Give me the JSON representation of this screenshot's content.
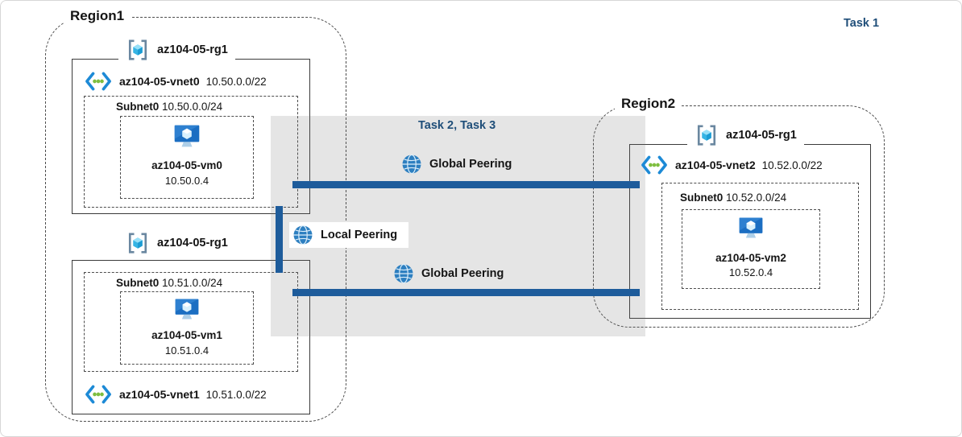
{
  "page": {
    "task1_label": "Task 1",
    "task23_label": "Task 2, Task 3"
  },
  "region1": {
    "label": "Region1",
    "rg_top": {
      "label": "az104-05-rg1",
      "vnet": {
        "name": "az104-05-vnet0",
        "cidr": "10.50.0.0/22"
      },
      "subnet": {
        "name": "Subnet0",
        "cidr": "10.50.0.0/24"
      },
      "vm": {
        "name": "az104-05-vm0",
        "ip": "10.50.0.4"
      }
    },
    "rg_bottom": {
      "label": "az104-05-rg1",
      "vnet": {
        "name": "az104-05-vnet1",
        "cidr": "10.51.0.0/22"
      },
      "subnet": {
        "name": "Subnet0",
        "cidr": "10.51.0.0/24"
      },
      "vm": {
        "name": "az104-05-vm1",
        "ip": "10.51.0.4"
      }
    }
  },
  "region2": {
    "label": "Region2",
    "rg": {
      "label": "az104-05-rg1",
      "vnet": {
        "name": "az104-05-vnet2",
        "cidr": "10.52.0.0/22"
      },
      "subnet": {
        "name": "Subnet0",
        "cidr": "10.52.0.0/24"
      },
      "vm": {
        "name": "az104-05-vm2",
        "ip": "10.52.0.4"
      }
    }
  },
  "peerings": {
    "global_top": "Global Peering",
    "local": "Local Peering",
    "global_bottom": "Global Peering"
  },
  "colors": {
    "peering_line": "#1e5c9b",
    "task_text": "#1f4e79",
    "overlay_gray": "#dfdfdf",
    "vnet_icon_blue": "#1d8ad6",
    "vnet_icon_green": "#7ebe3f",
    "vm_icon_blue": "#1b6ec2",
    "rg_icon_cyan": "#35b4e4"
  }
}
